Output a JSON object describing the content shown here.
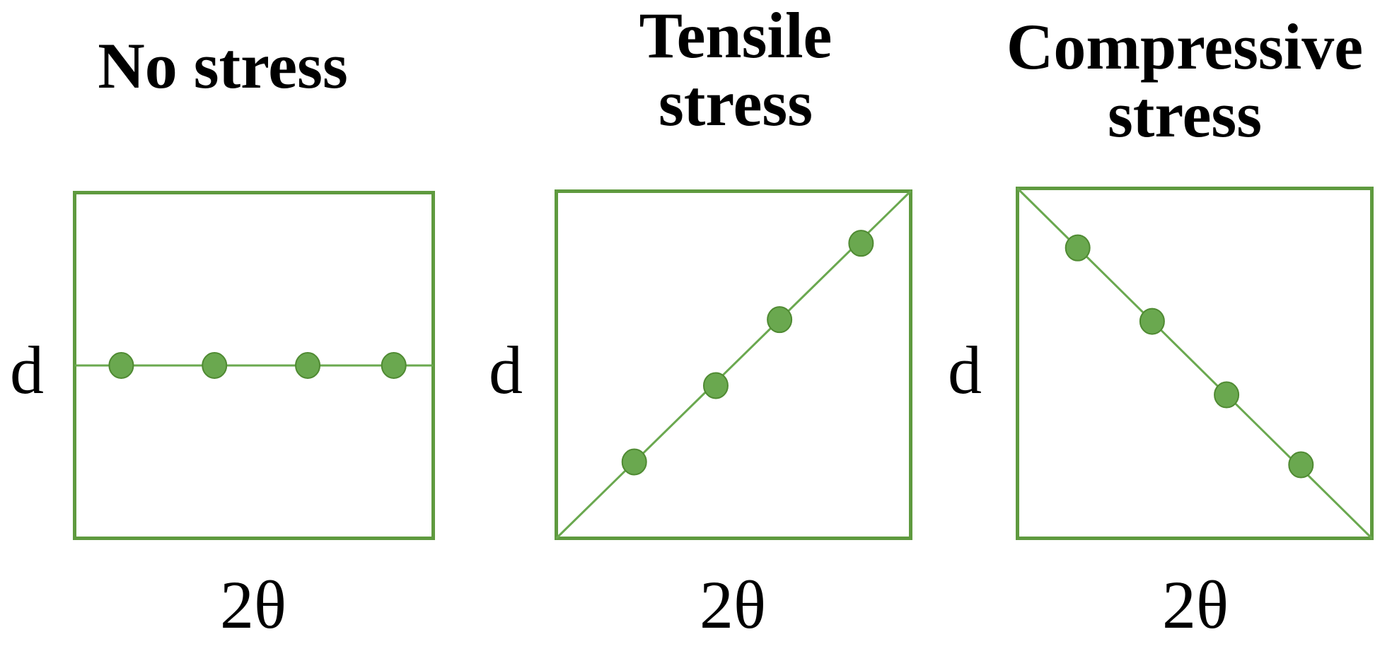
{
  "style": {
    "frame_color": "#5f9a3f",
    "line_color": "#6aa84f",
    "point_color": "#6aa84f",
    "point_edge_color": "#4f8a32"
  },
  "panels": [
    {
      "id": "no-stress",
      "title_lines": [
        "No stress"
      ],
      "ylabel": "d",
      "xlabel": "2θ",
      "trend": "flat",
      "chart_data": {
        "type": "scatter",
        "x": [
          0.13,
          0.39,
          0.65,
          0.89
        ],
        "y": [
          0.5,
          0.5,
          0.5,
          0.5
        ]
      }
    },
    {
      "id": "tensile-stress",
      "title_lines": [
        "Tensile",
        "stress"
      ],
      "ylabel": "d",
      "xlabel": "2θ",
      "trend": "increasing",
      "chart_data": {
        "type": "scatter",
        "x": [
          0.22,
          0.45,
          0.63,
          0.86
        ],
        "y": [
          0.22,
          0.44,
          0.63,
          0.85
        ]
      }
    },
    {
      "id": "compressive-stress",
      "title_lines": [
        "Compressive",
        "stress"
      ],
      "ylabel": "d",
      "xlabel": "2θ",
      "trend": "decreasing",
      "chart_data": {
        "type": "scatter",
        "x": [
          0.17,
          0.38,
          0.59,
          0.8
        ],
        "y": [
          0.83,
          0.62,
          0.41,
          0.21
        ]
      }
    }
  ]
}
